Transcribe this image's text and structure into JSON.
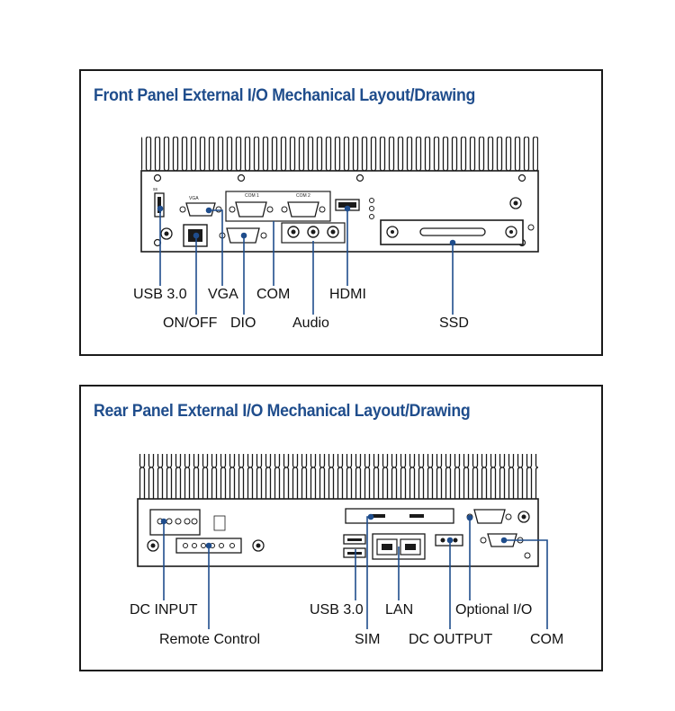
{
  "front": {
    "title": "Front Panel External I/O Mechanical Layout/Drawing",
    "callouts": {
      "usb": "USB 3.0",
      "vga": "VGA",
      "com": "COM",
      "hdmi": "HDMI",
      "onoff": "ON/OFF",
      "dio": "DIO",
      "audio": "Audio",
      "ssd": "SSD"
    }
  },
  "rear": {
    "title": "Rear Panel External I/O Mechanical Layout/Drawing",
    "callouts": {
      "dc_input": "DC INPUT",
      "remote": "Remote Control",
      "usb": "USB 3.0",
      "sim": "SIM",
      "lan": "LAN",
      "dc_output": "DC OUTPUT",
      "optional_io": "Optional I/O",
      "com": "COM"
    }
  },
  "colors": {
    "title": "#1f4d8c",
    "callout_line": "#1f4d8c",
    "drawing": "#1a1a1a"
  }
}
